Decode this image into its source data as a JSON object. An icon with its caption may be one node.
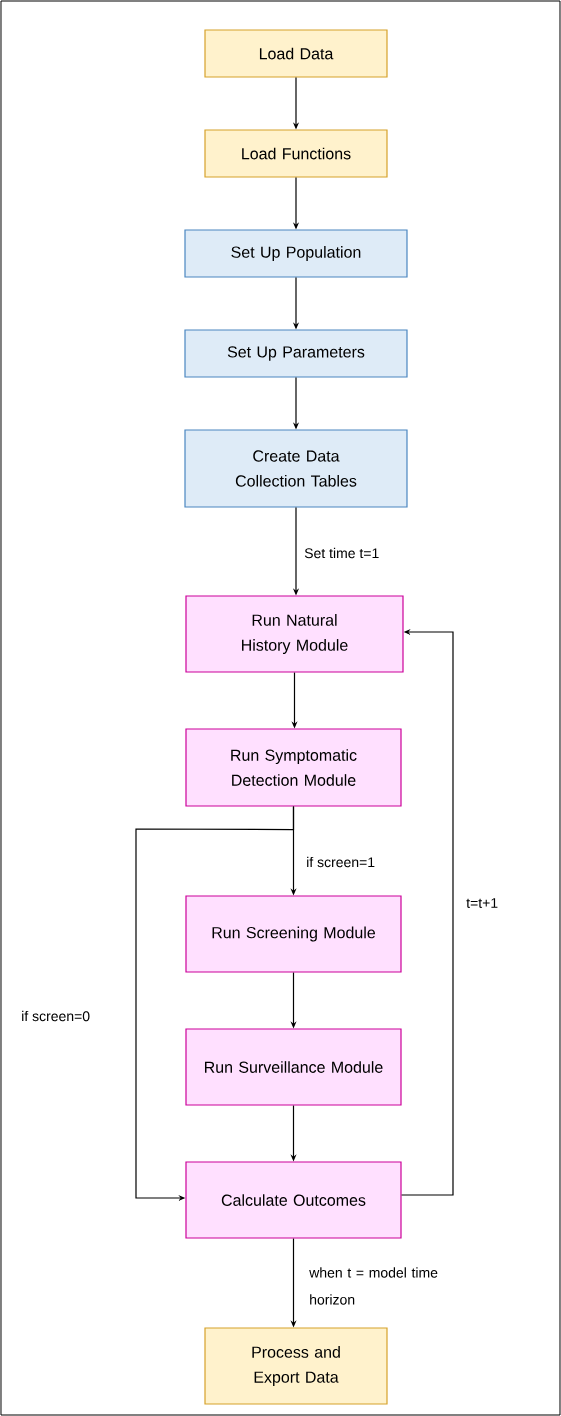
{
  "diagram": {
    "nodes": [
      {
        "text": [
          "Load Data"
        ]
      },
      {
        "text": [
          "Load Functions"
        ]
      },
      {
        "text": [
          "Set Up Population"
        ]
      },
      {
        "text": [
          "Set Up Parameters"
        ]
      },
      {
        "text": [
          "Create Data Collection Tables"
        ]
      },
      {
        "text": [
          "Run Natural History Module"
        ]
      },
      {
        "text": [
          "Run Symptomatic Detection Module"
        ]
      },
      {
        "text": [
          "Run Screening Module"
        ]
      },
      {
        "text": [
          "Run Surveillance Module"
        ]
      },
      {
        "text": [
          "Calculate Outcomes"
        ]
      },
      {
        "text": [
          "Process and Export Data"
        ]
      }
    ],
    "edges": [
      {
        "from": 0,
        "to": 1,
        "arrow": "to"
      },
      {
        "from": 1,
        "to": 2,
        "arrow": "to"
      },
      {
        "from": 2,
        "to": 3,
        "arrow": "to"
      },
      {
        "from": 3,
        "to": 4,
        "arrow": "to"
      },
      {
        "from": 4,
        "to": 5,
        "arrow": "to",
        "label": "Set time t=1"
      },
      {
        "from": 5,
        "to": 6,
        "arrow": "to"
      },
      {
        "from": 6,
        "to": 7,
        "arrow": "to",
        "label": "if screen=1"
      },
      {
        "from": 7,
        "to": 8,
        "arrow": "to"
      },
      {
        "from": 8,
        "to": 9,
        "arrow": "to"
      },
      {
        "from": 6,
        "to": 9,
        "arrow": "to",
        "label": "if screen=0"
      },
      {
        "from": 9,
        "to": 5,
        "arrow": "to",
        "label": "t=t+1"
      },
      {
        "from": 9,
        "to": 10,
        "arrow": "to",
        "label": "when t = model time horizon"
      }
    ]
  }
}
